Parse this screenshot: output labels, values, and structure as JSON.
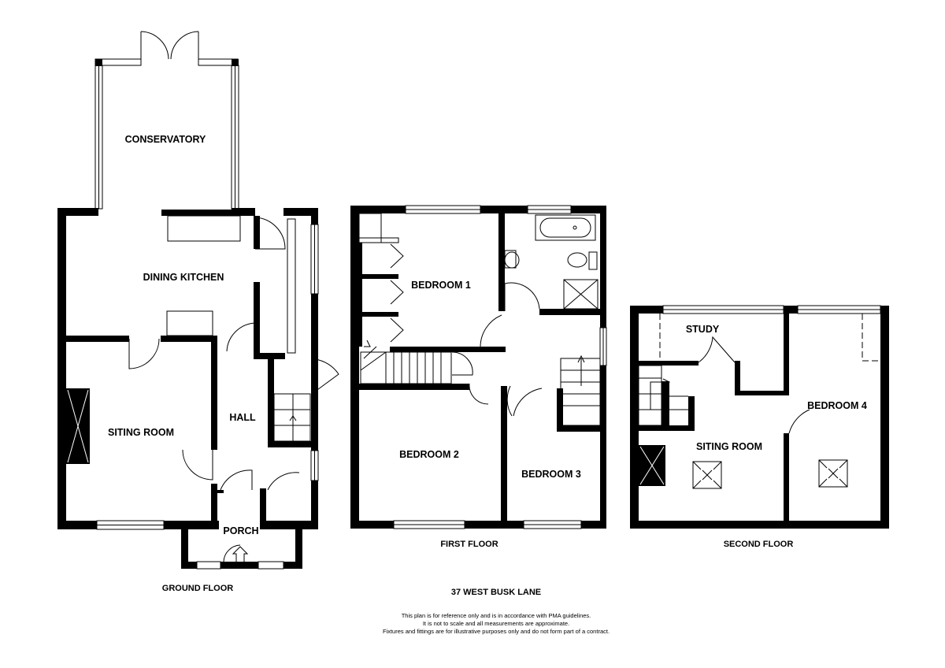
{
  "address": "37 WEST BUSK LANE",
  "floors": [
    {
      "label": "GROUND FLOOR"
    },
    {
      "label": "FIRST FLOOR"
    },
    {
      "label": "SECOND FLOOR"
    }
  ],
  "rooms": {
    "conservatory": "CONSERVATORY",
    "dining_kitchen": "DINING KITCHEN",
    "siting_room_ground": "SITING ROOM",
    "hall": "HALL",
    "porch": "PORCH",
    "bedroom_1": "BEDROOM 1",
    "bedroom_2": "BEDROOM 2",
    "bedroom_3": "BEDROOM 3",
    "study": "STUDY",
    "siting_room_second": "SITING ROOM",
    "bedroom_4": "BEDROOM 4"
  },
  "disclaimer": [
    "This plan is for reference only and is in accordance with PMA guidelines.",
    "It is not to scale and all measurements are approximate.",
    "Fixtures and fittings are for illustrative purposes only and do not form part of a contract."
  ],
  "colors": {
    "wall": "#000000",
    "background": "#ffffff"
  }
}
